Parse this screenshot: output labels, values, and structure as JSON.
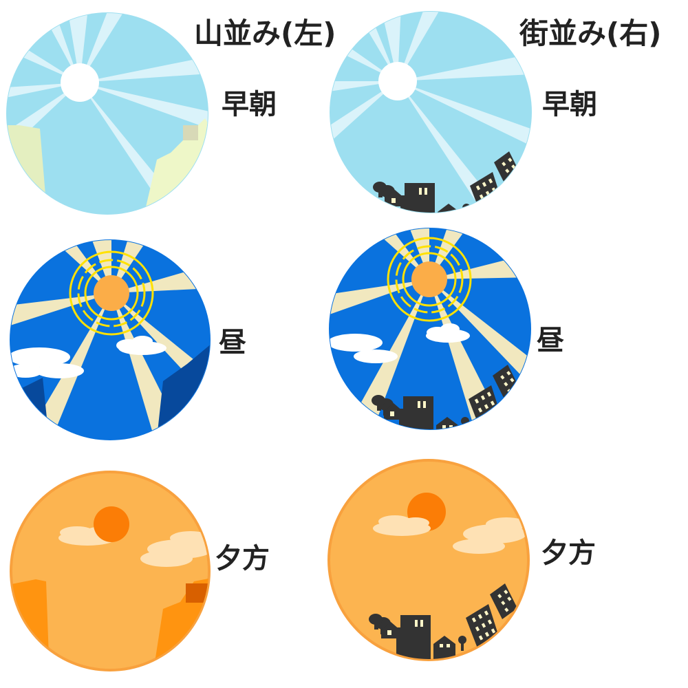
{
  "headers": {
    "left": "山並み(左)",
    "right": "街並み(右)"
  },
  "rows": {
    "morning": {
      "label_left": "早朝",
      "label_right": "早朝",
      "sky_color": "#9ddff0",
      "ray_color": "#e6f7fc",
      "sun_color": "#ffffff",
      "ground_color": "#e4efc0"
    },
    "noon": {
      "label_left": "昼",
      "label_right": "昼",
      "sky_color": "#0a72de",
      "ray_color": "#f1e8bf",
      "sun_color": "#fbad48",
      "halo_color": "#ffe100",
      "ground_color": "#07499c"
    },
    "evening": {
      "label_left": "夕方",
      "label_right": "夕方",
      "sky_color": "#fcb450",
      "rim_color": "#f8a13e",
      "sun_color": "#fb7d06",
      "cloud_color": "#fee1b4",
      "ground_color": "#ff9410"
    }
  },
  "colors": {
    "building": "#333333",
    "window": "#fff6c8",
    "cloud_white": "#ffffff"
  }
}
